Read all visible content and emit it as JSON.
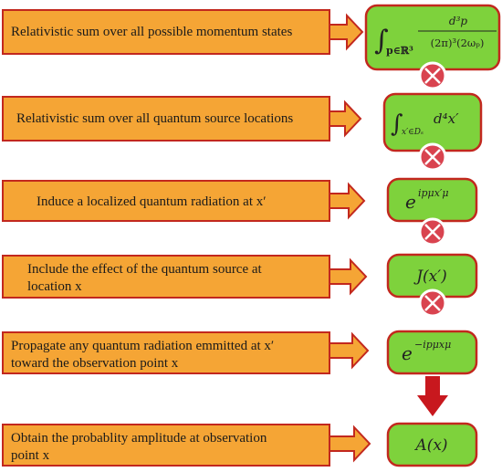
{
  "colors": {
    "box_fill": "#f5a535",
    "box_stroke": "#c2281e",
    "formula_fill": "#7ed23c",
    "formula_stroke": "#c2281e",
    "arrow_fill": "#f5a535",
    "down_arrow": "#c8181e",
    "x_circle": "#d9434f"
  },
  "steps": [
    {
      "label_lines": [
        "Relativistic sum over all possible momentum states"
      ],
      "formula": {
        "int_symbol": "∫",
        "subscript": "p∈ℝ³",
        "numerator": "d³p",
        "denominator": "(2π)³(2ωₚ)"
      },
      "connector": "x-circle-icon"
    },
    {
      "label_lines": [
        "Relativistic sum over  all quantum source locations"
      ],
      "formula": {
        "int_symbol": "∫",
        "subscript": "x′∈Dₛ",
        "body": "d⁴x′"
      },
      "connector": "x-circle-icon"
    },
    {
      "label_lines": [
        "Induce a localized quantum radiation at x′"
      ],
      "formula": {
        "base": "e",
        "exponent": "ipμx′μ"
      },
      "connector": "x-circle-icon"
    },
    {
      "label_lines": [
        "Include the effect of the  quantum source at",
        "location x"
      ],
      "formula": {
        "text": "J(x′)"
      },
      "connector": "x-circle-icon"
    },
    {
      "label_lines": [
        "Propagate any quantum radiation  emmitted at x′",
        "toward the observation point x"
      ],
      "formula": {
        "base": "e",
        "exponent": "−ipμxμ"
      },
      "connector": "down-arrow-icon"
    },
    {
      "label_lines": [
        "Obtain the probablity amplitude at observation",
        "point x"
      ],
      "formula": {
        "text": "A(x)"
      },
      "connector": ""
    }
  ]
}
